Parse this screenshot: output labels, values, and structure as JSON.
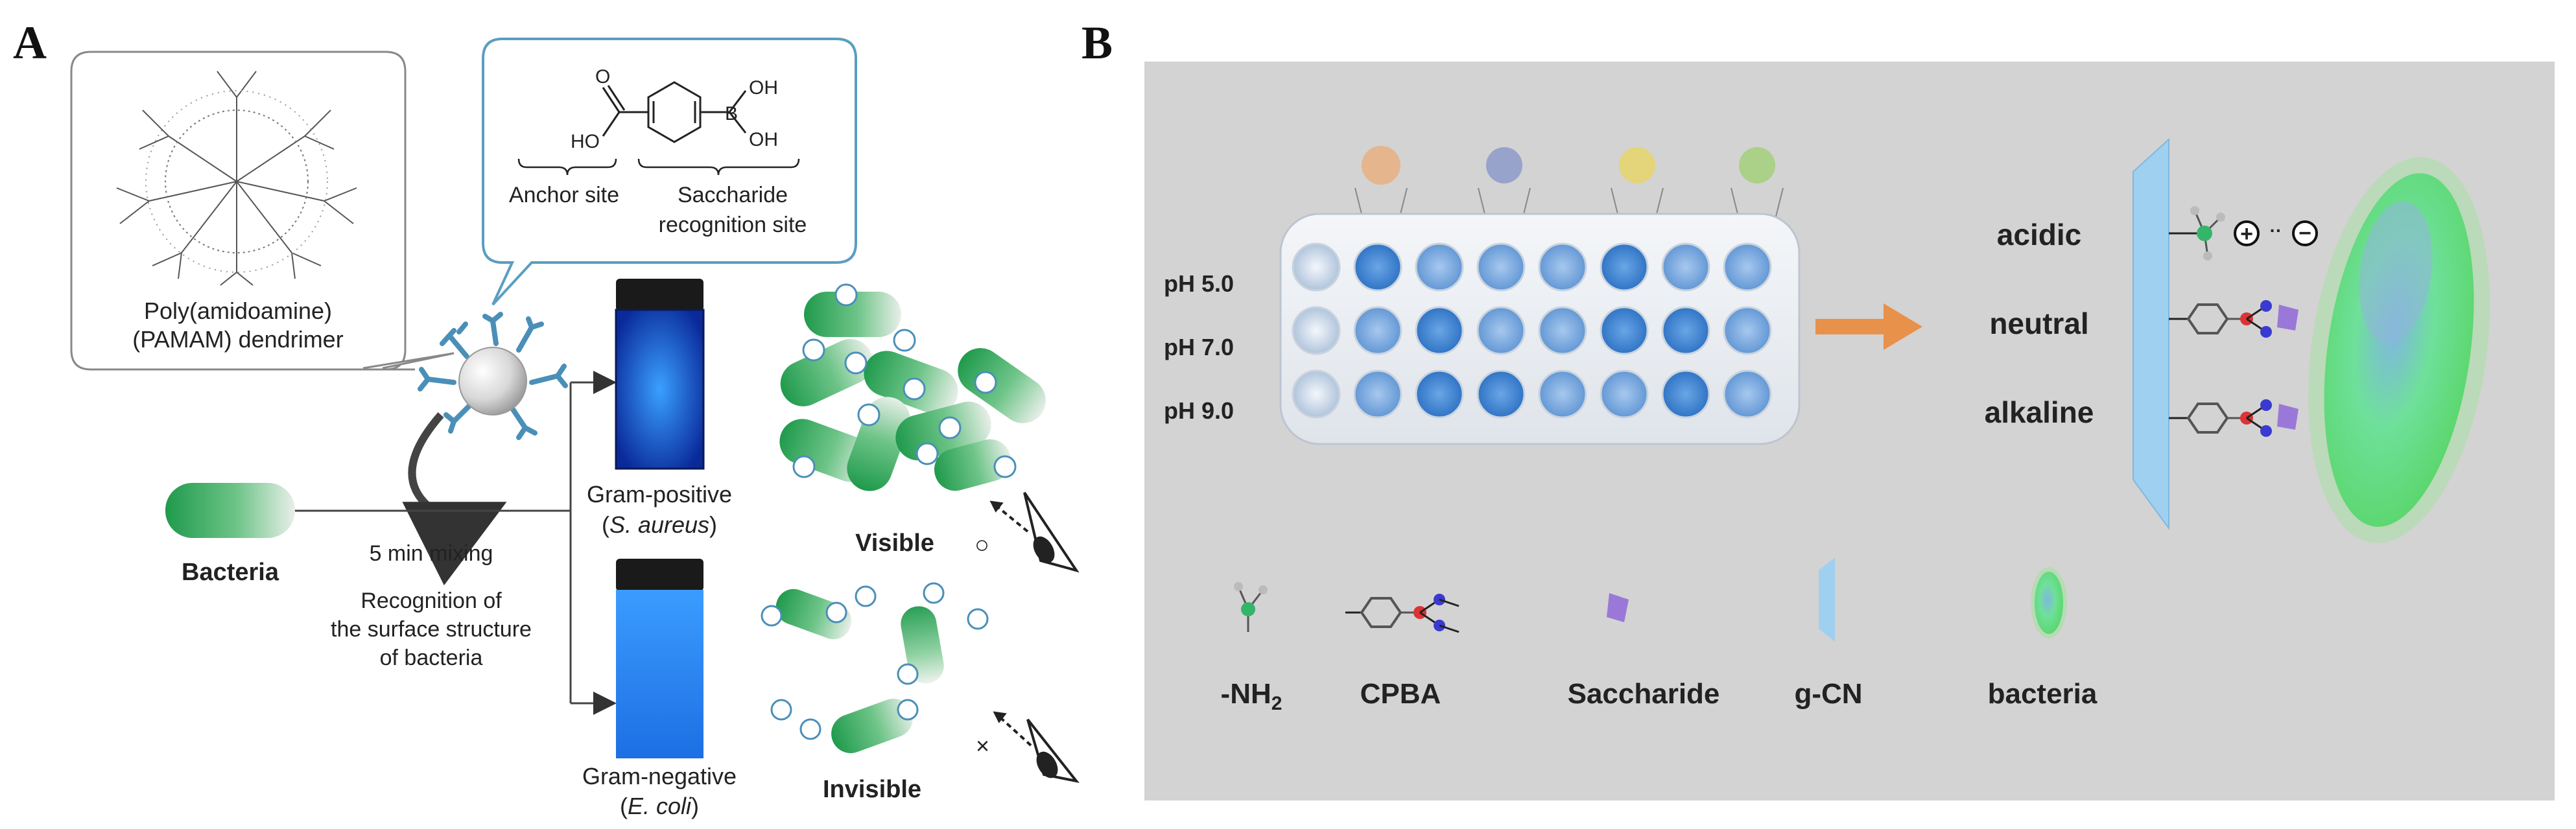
{
  "panel_a": {
    "label": "A",
    "dendrimer_label_line1": "Poly(amidoamine)",
    "dendrimer_label_line2": "(PAMAM) dendrimer",
    "chem_oh": "OH",
    "chem_o": "O",
    "chem_b": "B",
    "chem_ho": "HO",
    "chem_oh2": "OH",
    "anchor_site": "Anchor site",
    "saccharide_site_line1": "Saccharide",
    "saccharide_site_line2": "recognition site",
    "bacteria": "Bacteria",
    "mixing": "5 min mixing",
    "recognition_line1": "Recognition of",
    "recognition_line2": "the surface structure",
    "recognition_line3": "of bacteria",
    "gram_positive": "Gram-positive",
    "s_aureus_open": "(",
    "s_aureus": "S. aureus",
    "s_aureus_close": ")",
    "gram_negative": "Gram-negative",
    "e_coli_open": "(",
    "e_coli": "E. coli",
    "e_coli_close": ")",
    "visible": "Visible",
    "invisible": "Invisible",
    "circle_mark": "○",
    "cross_mark": "×"
  },
  "panel_b": {
    "label": "B",
    "ph_rows": [
      "pH 5.0",
      "pH 7.0",
      "pH 9.0"
    ],
    "conditions": [
      "acidic",
      "neutral",
      "alkaline"
    ],
    "legend": {
      "nh2_main": "-NH",
      "nh2_sub": "2",
      "cpba": "CPBA",
      "saccharide": "Saccharide",
      "gcn": "g-CN",
      "bacteria": "bacteria"
    },
    "charge_plus": "+",
    "charge_dots": "··",
    "charge_minus": "−"
  },
  "colors": {
    "panel_b_bg": "#d3d3d3",
    "arrow_orange": "#e8914a",
    "well_blue": "#4a8fd6",
    "bacteria_green": "#3aa55c",
    "gcn_blue": "#9fd0f0",
    "vial_glow": "#1e7ff0",
    "callout_border": "#5a9ec0"
  }
}
